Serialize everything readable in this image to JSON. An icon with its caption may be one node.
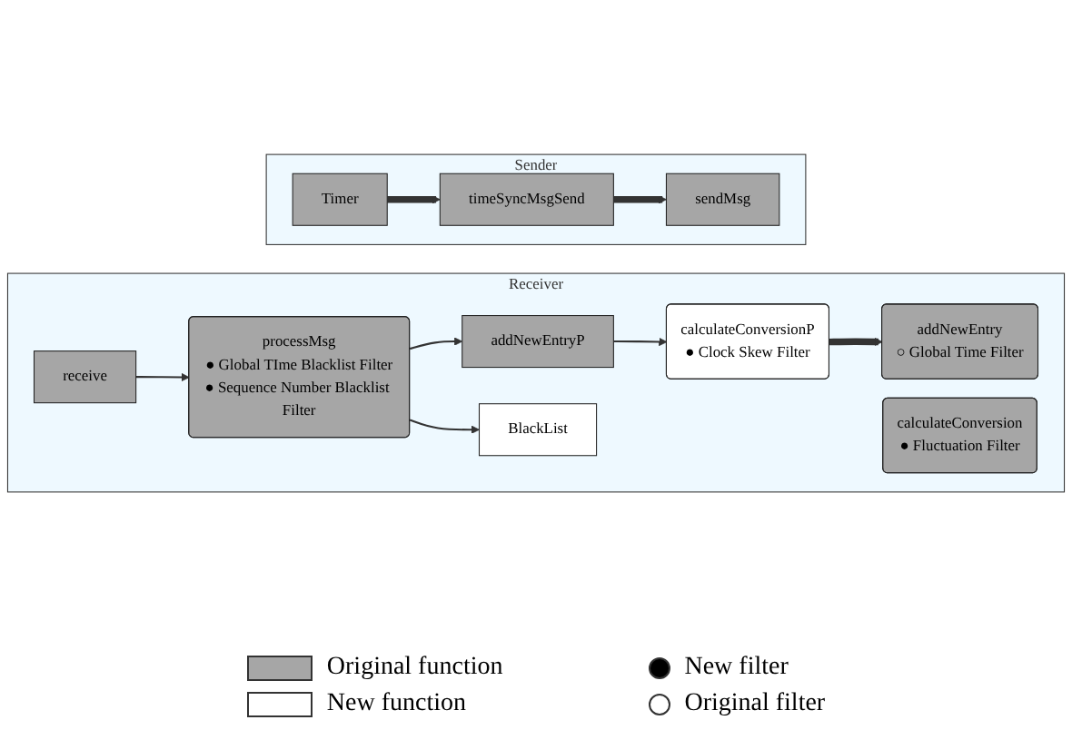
{
  "diagram": {
    "nodes": [
      {
        "text": [
          "Sender"
        ]
      },
      {
        "text": [
          "Timer"
        ],
        "in": 0
      },
      {
        "text": [
          "timeSyncMsgSend"
        ],
        "in": 0
      },
      {
        "text": [
          "sendMsg"
        ],
        "in": 0
      },
      {
        "text": [
          "Receiver"
        ]
      },
      {
        "text": [
          "receive"
        ],
        "in": 4
      },
      {
        "text": [
          "processMsg",
          "● Global TIme Blacklist Filter",
          "● Sequence Number Blacklist Filter"
        ],
        "in": 4
      },
      {
        "text": [
          "addNewEntryP"
        ],
        "in": 4
      },
      {
        "text": [
          "calculateConversionP",
          "● Clock Skew Filter"
        ],
        "in": 4
      },
      {
        "text": [
          "addNewEntry",
          "○ Global Time Filter"
        ],
        "in": 4
      },
      {
        "text": [
          "calculateConversion",
          "● Fluctuation Filter"
        ],
        "in": 4
      },
      {
        "text": [
          "BlackList"
        ],
        "in": 4
      }
    ],
    "edges": [
      {
        "from": 1,
        "to": 2,
        "arrow": "to",
        "style": "thick"
      },
      {
        "from": 2,
        "to": 3,
        "arrow": "to",
        "style": "thick"
      },
      {
        "from": 5,
        "to": 6,
        "arrow": "to"
      },
      {
        "from": 6,
        "to": 7,
        "arrow": "to"
      },
      {
        "from": 7,
        "to": 8,
        "arrow": "to"
      },
      {
        "from": 8,
        "to": 9,
        "arrow": "to",
        "style": "thick"
      },
      {
        "from": 6,
        "to": 11,
        "arrow": "to"
      }
    ],
    "legend": [
      {
        "text": "Original function",
        "color": "#a6a6a6"
      },
      {
        "text": "New function",
        "color": "#ffffff"
      },
      {
        "text": "New filter",
        "color": "#000000"
      },
      {
        "text": "Original filter",
        "color": "#ffffff"
      }
    ]
  }
}
